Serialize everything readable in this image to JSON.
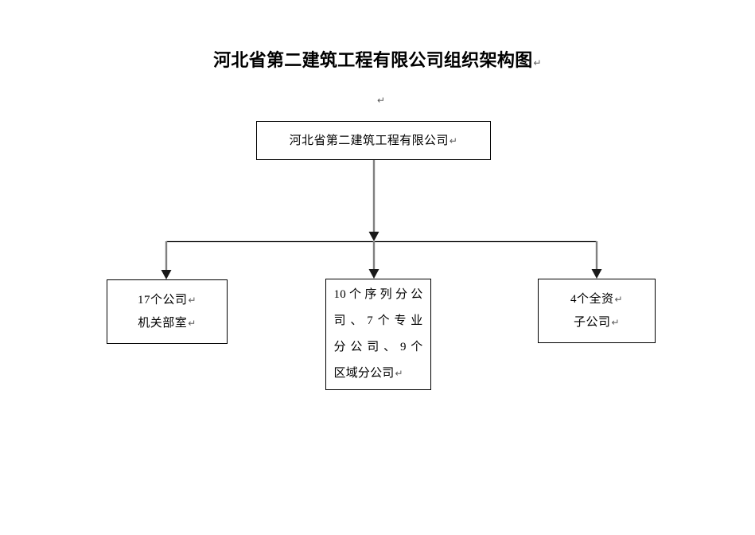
{
  "document": {
    "title": "河北省第二建筑工程有限公司组织架构图",
    "title_return_mark": "↵",
    "standalone_return_mark": "↵",
    "background_color": "#ffffff",
    "line_color": "#000000",
    "stem_color": "#808080",
    "text_color": "#000000"
  },
  "chart": {
    "type": "org-chart",
    "root": {
      "id": "root",
      "label": "河北省第二建筑工程有限公司",
      "return_mark": "↵"
    },
    "children": [
      {
        "id": "departments",
        "lines": [
          "17个公司",
          "机关部室"
        ],
        "return_mark": "↵"
      },
      {
        "id": "branches",
        "lines": [
          "10个序列分公",
          "司、7个专业",
          "分公司、9个",
          "区域分公司"
        ],
        "return_mark": "↵"
      },
      {
        "id": "subsidiaries",
        "lines": [
          "4个全资",
          "子公司"
        ],
        "return_mark": "↵"
      }
    ]
  }
}
